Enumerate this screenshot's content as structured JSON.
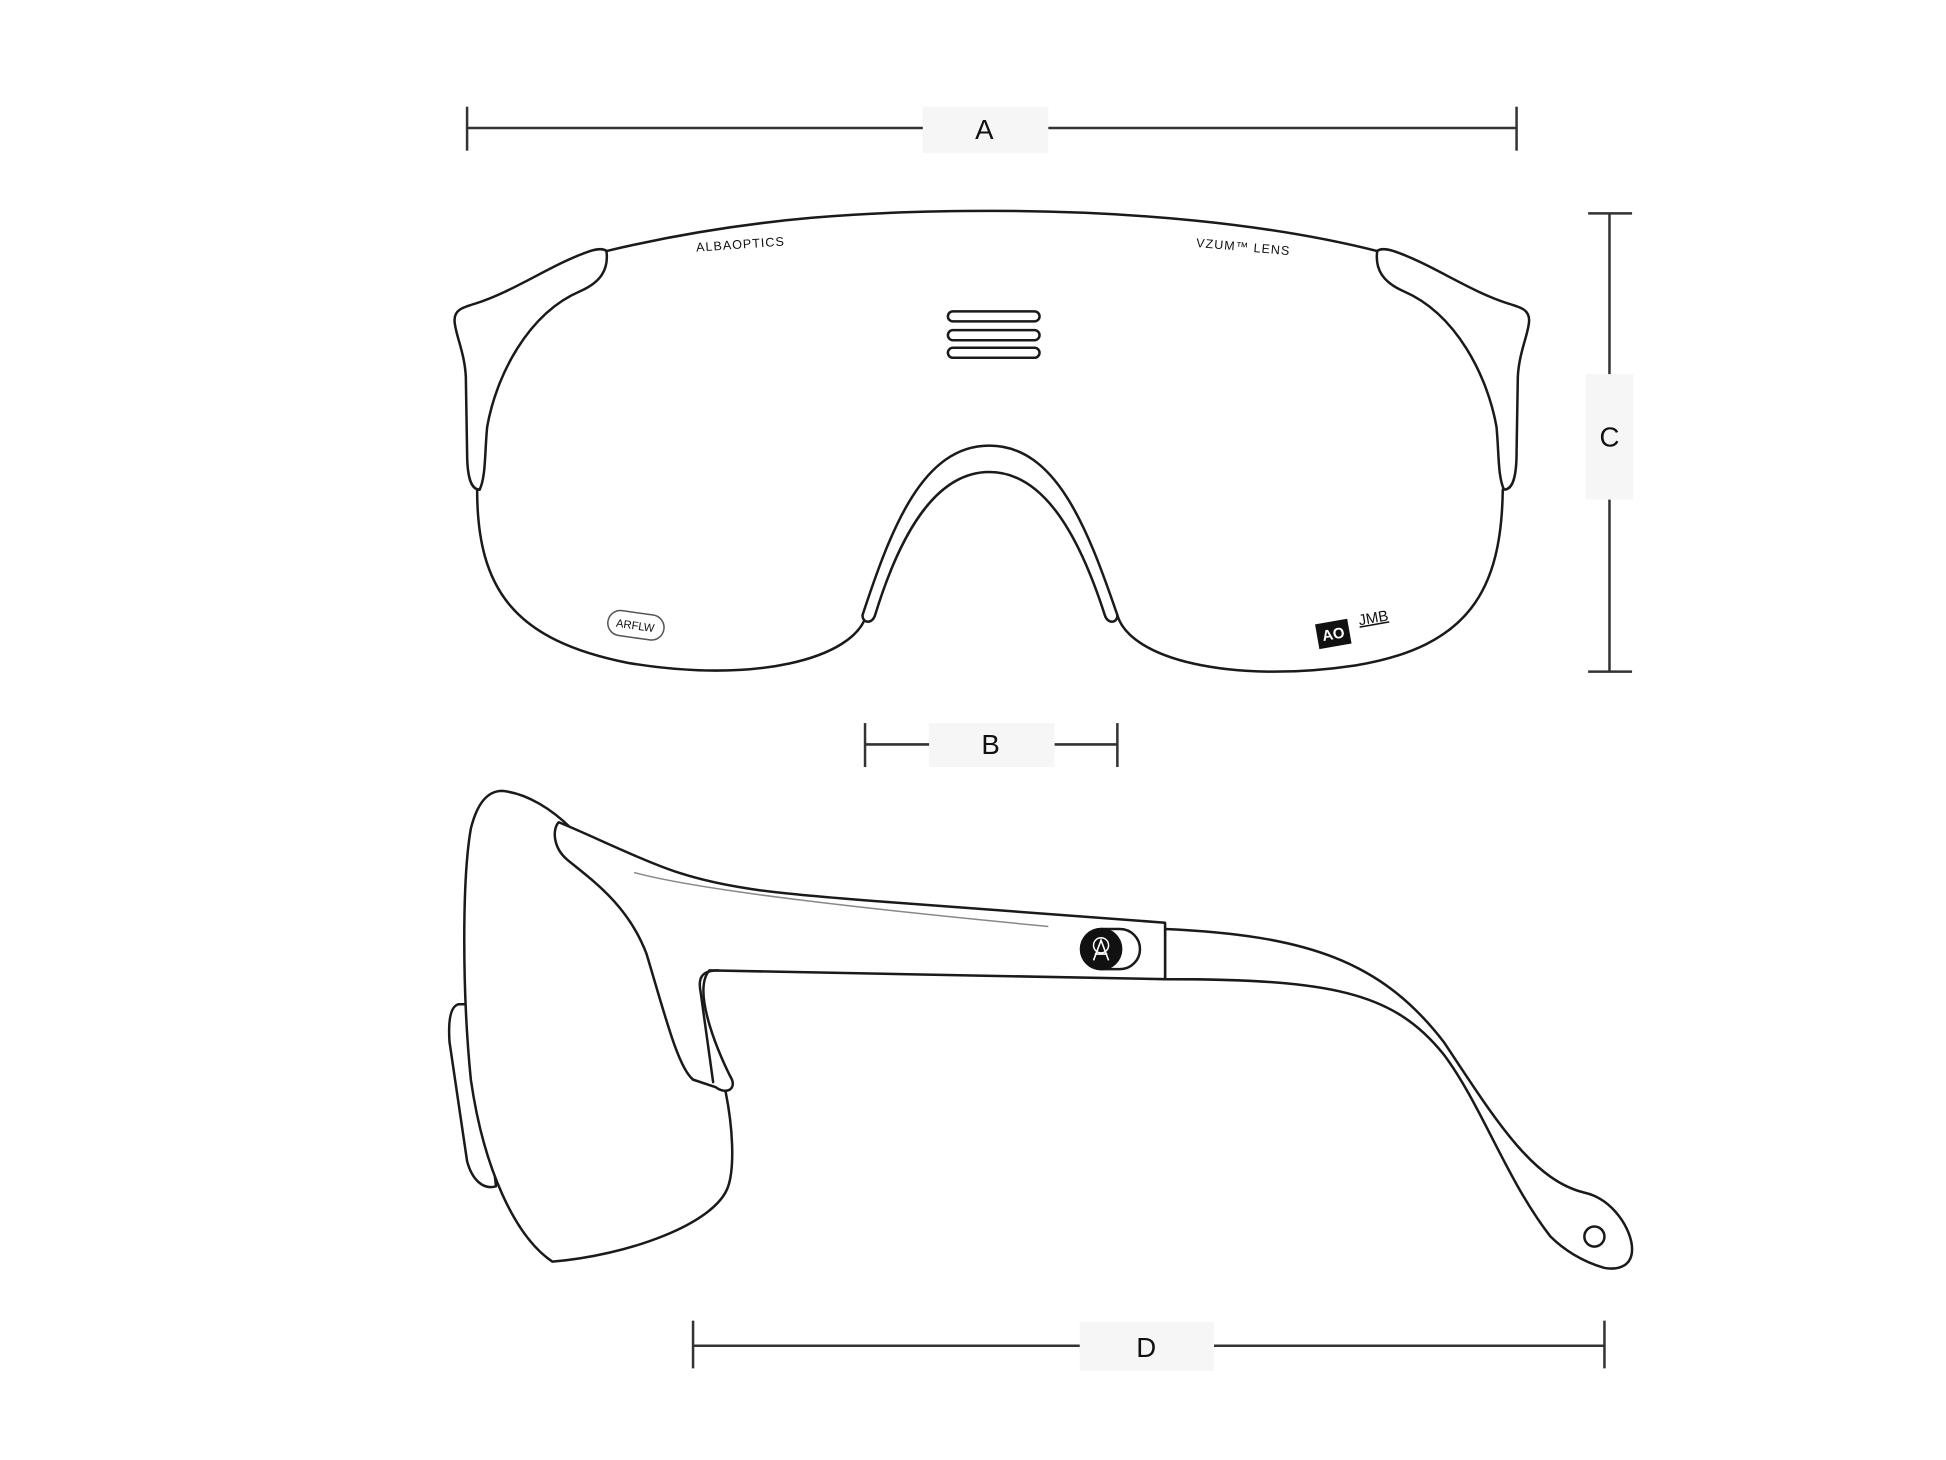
{
  "dimensions": {
    "a": "A",
    "b": "B",
    "c": "C",
    "d": "D"
  },
  "front_view": {
    "brand_text": "ALBAOPTICS",
    "lens_text": "VZUM™ LENS",
    "airflow_badge": "ARFLW",
    "ao_logo": "AO",
    "jmb_logo": "JMB"
  },
  "colors": {
    "line": "#1a1a1a",
    "label_bg": "#f6f6f6"
  }
}
